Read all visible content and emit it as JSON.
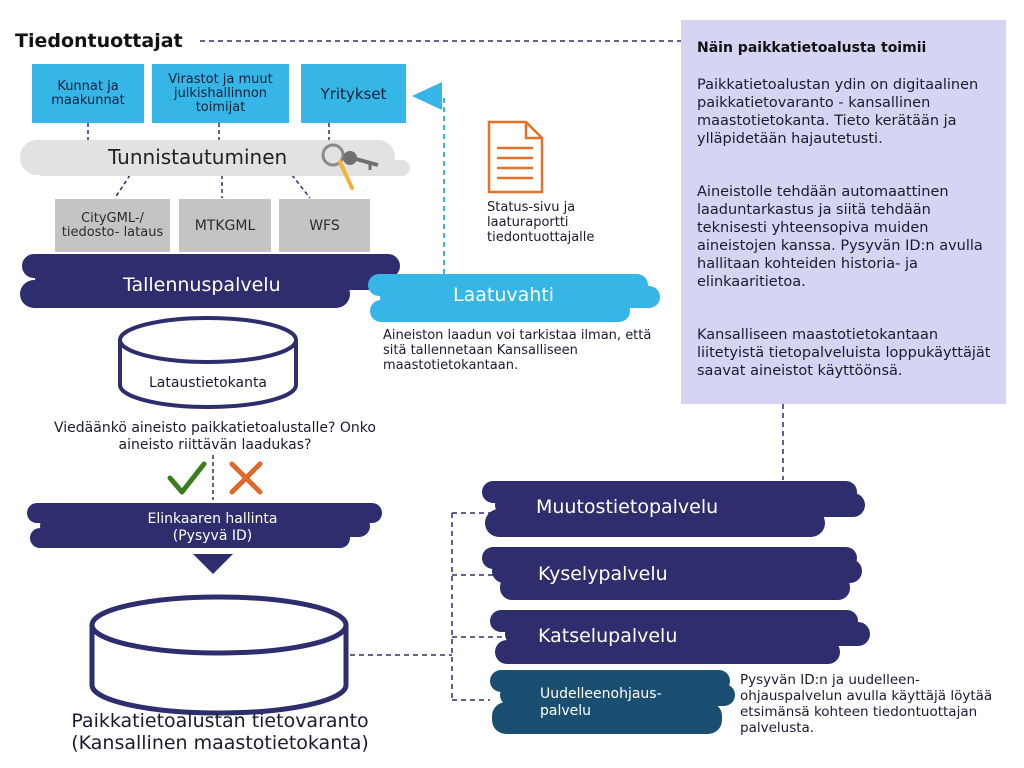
{
  "title": "Tiedontuottajat",
  "producers": [
    "Kunnat ja maakunnat",
    "Virastot ja muut julkishallinnon toimijat",
    "Yritykset"
  ],
  "authentication": {
    "label": "Tunnistautuminen"
  },
  "formats": [
    "CityGML-/ tiedosto- lataus",
    "MTKGML",
    "WFS"
  ],
  "storage_service": "Tallennuspalvelu",
  "quality_guard": "Laatuvahti",
  "status_note": "Status-sivu ja laaturaportti tiedontuottajalle",
  "quality_note": "Aineiston laadun voi tarkistaa ilman, että sitä tallennetaan Kansalliseen maastotietokantaan.",
  "upload_db": "Lataustietokanta",
  "question": "Viedäänkö aineisto paikkatietoalustalle? Onko aineisto riittävän laadukas?",
  "lifecycle": {
    "line1": "Elinkaaren hallinta",
    "line2": "(Pysyvä ID)"
  },
  "main_db": {
    "line1": "Paikkatietoalustan tietovaranto",
    "line2": "(Kansallinen maastotietokanta)"
  },
  "services": [
    "Muutostietopalvelu",
    "Kyselypalvelu",
    "Katselupalvelu"
  ],
  "redirect_service": "Uudelleenohjaus- palvelu",
  "redirect_note": "Pysyvän ID:n ja uudelleen- ohjauspalvelun avulla käyttäjä löytää etsimänsä kohteen tiedontuottajan palvelusta.",
  "info_panel": {
    "title": "Näin paikkatietoalusta toimii",
    "p1": "Paikkatietoalustan ydin on digitaalinen paikkatietovaranto - kansallinen maastotietokanta. Tieto kerätään ja ylläpidetään hajautetusti.",
    "p2": "Aineistolle tehdään automaattinen laaduntarkastus ja siitä tehdään teknisesti yhteensopiva muiden aineistojen kanssa. Pysyvän ID:n avulla hallitaan kohteiden historia- ja elinkaaritietoa.",
    "p3": "Kansalliseen maastotietokantaan liitetyistä tietopalveluista loppukäyttäjät saavat aineistot käyttöönsä."
  },
  "colors": {
    "navy": "#2e2d6e",
    "blue": "#35b6e6",
    "gray": "#c4c4c4",
    "panel": "#d6d4f3",
    "check": "#3b7d1e",
    "cross": "#e2672b",
    "doc": "#e27326",
    "key": "#f0b43a"
  }
}
